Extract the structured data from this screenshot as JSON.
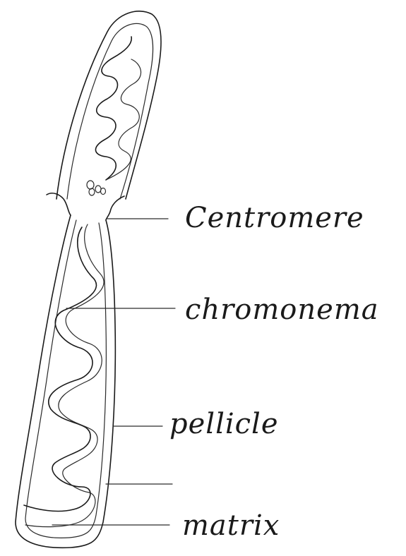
{
  "labels": {
    "centromere": "Centromere",
    "chromonema": "chromonema",
    "pellicle": "pellicle",
    "matrix": "matrix"
  }
}
